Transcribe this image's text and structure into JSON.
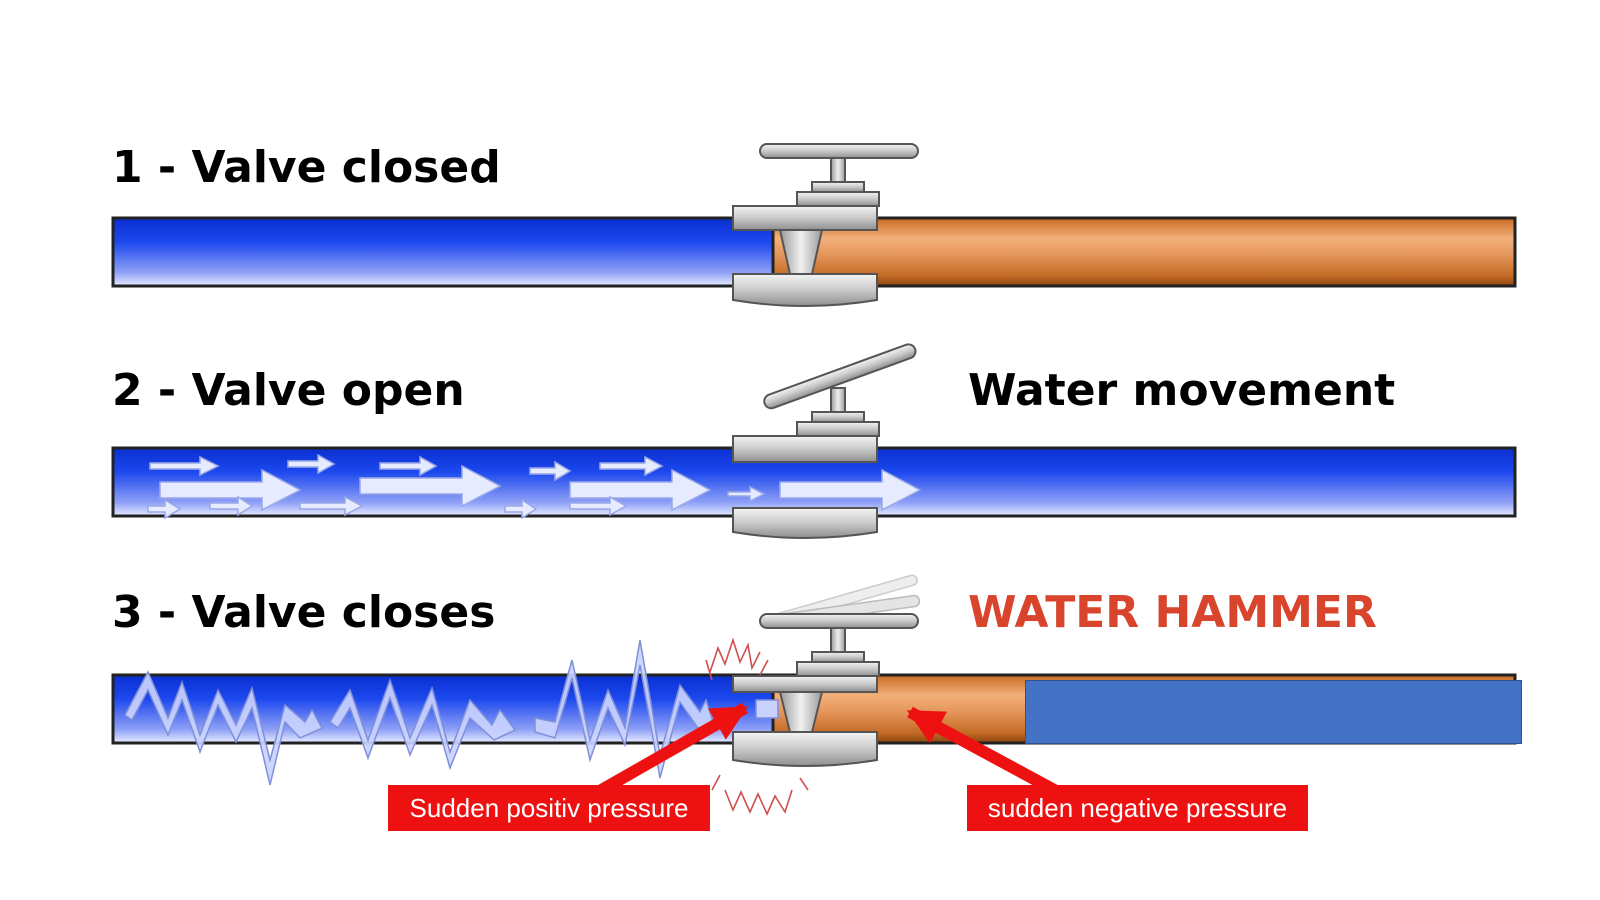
{
  "diagram": {
    "sections": [
      {
        "label": "1 - Valve closed"
      },
      {
        "label": "2 - Valve open",
        "note": "Water movement"
      },
      {
        "label": "3 - Valve closes",
        "note": "WATER HAMMER"
      }
    ],
    "callouts": {
      "positive": "Sudden positiv pressure",
      "negative": "sudden negative pressure"
    }
  },
  "colors": {
    "water_blue": "#1a3fd9",
    "pipe_copper": "#d9813a",
    "hammer_text": "#d9442c",
    "callout_red": "#ee1111",
    "cover_box": "#4472c4"
  }
}
